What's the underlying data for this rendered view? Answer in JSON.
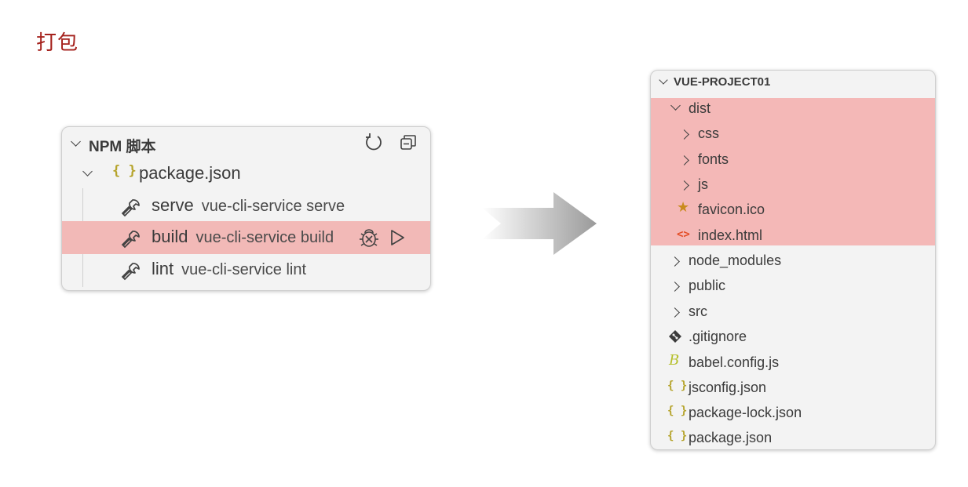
{
  "page": {
    "title": "打包"
  },
  "npm_scripts": {
    "header": "NPM 脚本",
    "refresh_icon": "refresh-icon",
    "collapse_icon": "collapse-all-icon",
    "package_file": "package.json",
    "package_icon": "{ }",
    "scripts": [
      {
        "name": "serve",
        "command": "vue-cli-service serve",
        "highlighted": false
      },
      {
        "name": "build",
        "command": "vue-cli-service build",
        "highlighted": true
      },
      {
        "name": "lint",
        "command": "vue-cli-service lint",
        "highlighted": false
      }
    ]
  },
  "arrow": {
    "icon": "right-arrow"
  },
  "explorer": {
    "header": "VUE-PROJECT01",
    "items": [
      {
        "label": "dist",
        "type": "folder",
        "expanded": true
      },
      {
        "label": "css",
        "type": "folder"
      },
      {
        "label": "fonts",
        "type": "folder"
      },
      {
        "label": "js",
        "type": "folder"
      },
      {
        "label": "favicon.ico",
        "type": "file"
      },
      {
        "label": "index.html",
        "type": "file"
      },
      {
        "label": "node_modules",
        "type": "folder"
      },
      {
        "label": "public",
        "type": "folder"
      },
      {
        "label": "src",
        "type": "folder"
      },
      {
        "label": ".gitignore",
        "type": "file"
      },
      {
        "label": "babel.config.js",
        "type": "file"
      },
      {
        "label": "jsconfig.json",
        "type": "file"
      },
      {
        "label": "package-lock.json",
        "type": "file"
      },
      {
        "label": "package.json",
        "type": "file"
      }
    ],
    "json_icon": "{ }",
    "html_icon": "<>",
    "star_icon": "★",
    "babel_icon": "B"
  },
  "colors": {
    "title": "#a5221d",
    "highlight": "#f2b9b7",
    "json_braces": "#b5a32a"
  }
}
